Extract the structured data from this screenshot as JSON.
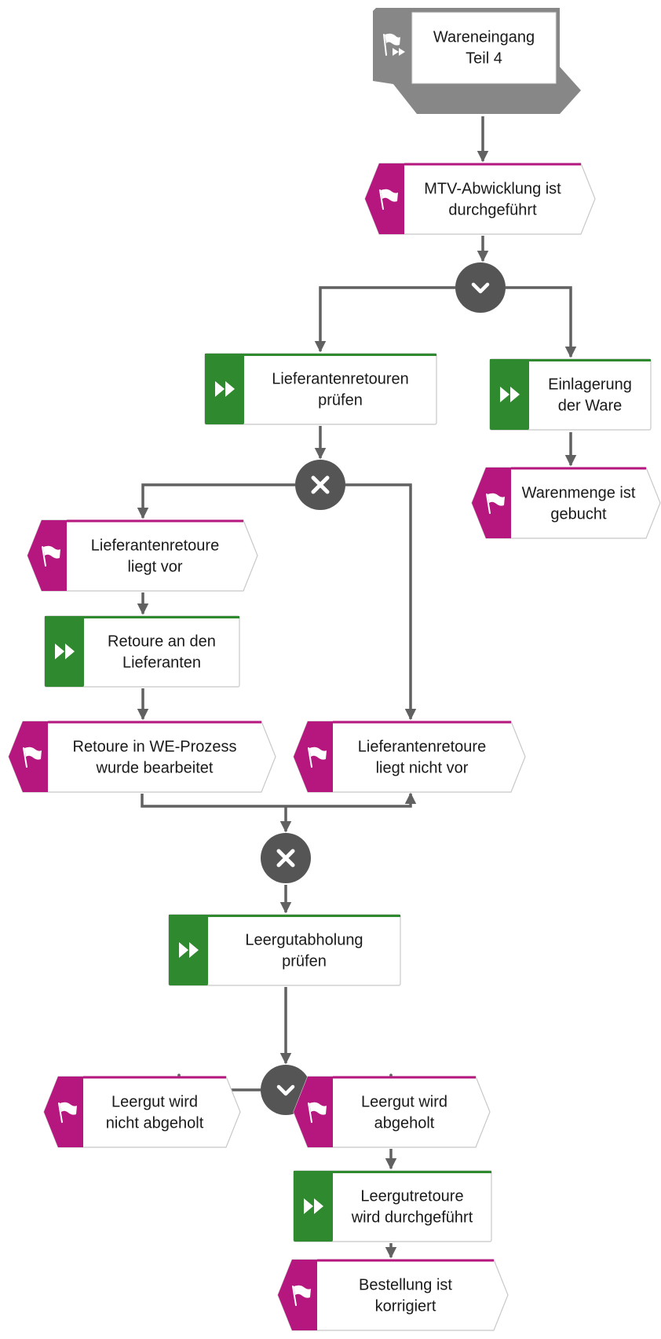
{
  "colors": {
    "event_accent": "#b5177e",
    "function_accent": "#2f8a2f",
    "process_interface": "#878787",
    "connector": "#555555",
    "arrow": "#616161",
    "box_border": "#c8c8c8"
  },
  "nodes": {
    "wareneingang_teil_4": {
      "type": "process-interface",
      "lines": [
        "Wareneingang",
        "Teil 4"
      ],
      "icon": "flag-forward-icon"
    },
    "mtv_abwicklung": {
      "type": "event",
      "lines": [
        "MTV-Abwicklung ist",
        "durchgeführt"
      ],
      "icon": "flag-icon"
    },
    "xor_split_1": {
      "type": "connector",
      "symbol": "chevron-down",
      "icon": "chevron-down-icon"
    },
    "lieferantenretouren_pruefen": {
      "type": "function",
      "lines": [
        "Lieferantenretouren",
        "prüfen"
      ],
      "icon": "fast-forward-icon"
    },
    "einlagerung_der_ware": {
      "type": "function",
      "lines": [
        "Einlagerung",
        "der Ware"
      ],
      "icon": "fast-forward-icon"
    },
    "warenmenge_gebucht": {
      "type": "event",
      "lines": [
        "Warenmenge ist",
        "gebucht"
      ],
      "icon": "flag-icon"
    },
    "xor_split_2": {
      "type": "connector",
      "symbol": "x",
      "icon": "x-icon"
    },
    "lieferantenretoure_liegt_vor": {
      "type": "event",
      "lines": [
        "Lieferantenretoure",
        "liegt vor"
      ],
      "icon": "flag-icon"
    },
    "retoure_an_lieferanten": {
      "type": "function",
      "lines": [
        "Retoure an den",
        "Lieferanten"
      ],
      "icon": "fast-forward-icon"
    },
    "retoure_we_prozess": {
      "type": "event",
      "lines": [
        "Retoure in WE-Prozess",
        "wurde bearbeitet"
      ],
      "icon": "flag-icon"
    },
    "lieferantenretoure_liegt_nicht_vor": {
      "type": "event",
      "lines": [
        "Lieferantenretoure",
        "liegt nicht vor"
      ],
      "icon": "flag-icon"
    },
    "xor_join": {
      "type": "connector",
      "symbol": "x",
      "icon": "x-icon"
    },
    "leergutabholung_pruefen": {
      "type": "function",
      "lines": [
        "Leergutabholung",
        "prüfen"
      ],
      "icon": "fast-forward-icon"
    },
    "xor_split_3": {
      "type": "connector",
      "symbol": "chevron-down",
      "icon": "chevron-down-icon"
    },
    "leergut_nicht_abgeholt": {
      "type": "event",
      "lines": [
        "Leergut wird",
        "nicht abgeholt"
      ],
      "icon": "flag-icon"
    },
    "leergut_abgeholt": {
      "type": "event",
      "lines": [
        "Leergut wird",
        "abgeholt"
      ],
      "icon": "flag-icon"
    },
    "leergutretoure": {
      "type": "function",
      "lines": [
        "Leergutretoure",
        "wird durchgeführt"
      ],
      "icon": "fast-forward-icon"
    },
    "bestellung_korrigiert": {
      "type": "event",
      "lines": [
        "Bestellung ist",
        "korrigiert"
      ],
      "icon": "flag-icon"
    }
  },
  "edges": [
    [
      "wareneingang_teil_4",
      "mtv_abwicklung"
    ],
    [
      "mtv_abwicklung",
      "xor_split_1"
    ],
    [
      "xor_split_1",
      "lieferantenretouren_pruefen"
    ],
    [
      "xor_split_1",
      "einlagerung_der_ware"
    ],
    [
      "einlagerung_der_ware",
      "warenmenge_gebucht"
    ],
    [
      "lieferantenretouren_pruefen",
      "xor_split_2"
    ],
    [
      "xor_split_2",
      "lieferantenretoure_liegt_vor"
    ],
    [
      "xor_split_2",
      "lieferantenretoure_liegt_nicht_vor"
    ],
    [
      "lieferantenretoure_liegt_vor",
      "retoure_an_lieferanten"
    ],
    [
      "retoure_an_lieferanten",
      "retoure_we_prozess"
    ],
    [
      "retoure_we_prozess",
      "xor_join"
    ],
    [
      "lieferantenretoure_liegt_nicht_vor",
      "xor_join"
    ],
    [
      "xor_join",
      "leergutabholung_pruefen"
    ],
    [
      "leergutabholung_pruefen",
      "xor_split_3"
    ],
    [
      "xor_split_3",
      "leergut_nicht_abgeholt"
    ],
    [
      "xor_split_3",
      "leergut_abgeholt"
    ],
    [
      "leergut_abgeholt",
      "leergutretoure"
    ],
    [
      "leergutretoure",
      "bestellung_korrigiert"
    ]
  ]
}
